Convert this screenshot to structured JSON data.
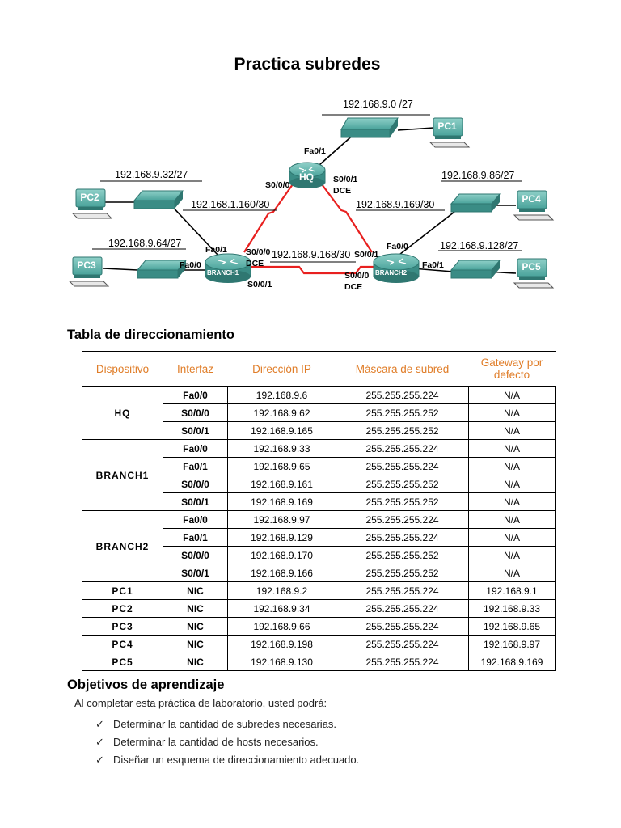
{
  "title": "Practica subredes",
  "topology": {
    "networks": {
      "hq_lan": "192.168.9.0 /27",
      "branch1_lan1": "192.168.9.32/27",
      "branch1_lan2": "192.168.9.64/27",
      "branch2_lan1": "192.168.9.86/27",
      "branch2_lan2": "192.168.9.128/27",
      "wan_hq_b1": "192.168.1.160/30",
      "wan_hq_b2": "192.168.9.169/30",
      "wan_b1_b2": "192.168.9.168/30"
    },
    "ports": {
      "hq_fa01": "Fa0/1",
      "hq_s000": "S0/0/0",
      "hq_s001": "S0/0/1",
      "hq_dce": "DCE",
      "b1_fa01": "Fa0/1",
      "b1_fa00": "Fa0/0",
      "b1_s000": "S0/0/0",
      "b1_dce": "DCE",
      "b1_s001": "S0/0/1",
      "b2_fa00": "Fa0/0",
      "b2_s001": "S0/0/1",
      "b2_fa01": "Fa0/1",
      "b2_s000": "S0/0/0",
      "b2_dce": "DCE"
    },
    "devices": {
      "hq": "HQ",
      "branch1": "BRANCH1",
      "branch2": "BRANCH2",
      "pc1": "PC1",
      "pc2": "PC2",
      "pc3": "PC3",
      "pc4": "PC4",
      "pc5": "PC5"
    },
    "colors": {
      "device": "#4aa39b",
      "device_dark": "#2f7771",
      "serial": "#e8201f",
      "link": "#000000"
    }
  },
  "addressing": {
    "heading": "Tabla de direccionamiento",
    "columns": [
      "Dispositivo",
      "Interfaz",
      "Dirección IP",
      "Máscara de subred",
      "Gateway por defecto"
    ],
    "groups": [
      {
        "device": "HQ",
        "rows": [
          [
            "Fa0/0",
            "192.168.9.6",
            "255.255.255.224",
            "N/A"
          ],
          [
            "S0/0/0",
            "192.168.9.62",
            "255.255.255.252",
            "N/A"
          ],
          [
            "S0/0/1",
            "192.168.9.165",
            "255.255.255.252",
            "N/A"
          ]
        ]
      },
      {
        "device": "BRANCH1",
        "rows": [
          [
            "Fa0/0",
            "192.168.9.33",
            "255.255.255.224",
            "N/A"
          ],
          [
            "Fa0/1",
            "192.168.9.65",
            "255.255.255.224",
            "N/A"
          ],
          [
            "S0/0/0",
            "192.168.9.161",
            "255.255.255.252",
            "N/A"
          ],
          [
            "S0/0/1",
            "192.168.9.169",
            "255.255.255.252",
            "N/A"
          ]
        ]
      },
      {
        "device": "BRANCH2",
        "rows": [
          [
            "Fa0/0",
            "192.168.9.97",
            "255.255.255.224",
            "N/A"
          ],
          [
            "Fa0/1",
            "192.168.9.129",
            "255.255.255.224",
            "N/A"
          ],
          [
            "S0/0/0",
            "192.168.9.170",
            "255.255.255.252",
            "N/A"
          ],
          [
            "S0/0/1",
            "192.168.9.166",
            "255.255.255.252",
            "N/A"
          ]
        ]
      },
      {
        "device": "PC1",
        "rows": [
          [
            "NIC",
            "192.168.9.2",
            "255.255.255.224",
            "192.168.9.1"
          ]
        ]
      },
      {
        "device": "PC2",
        "rows": [
          [
            "NIC",
            "192.168.9.34",
            "255.255.255.224",
            "192.168.9.33"
          ]
        ]
      },
      {
        "device": "PC3",
        "rows": [
          [
            "NIC",
            "192.168.9.66",
            "255.255.255.224",
            "192.168.9.65"
          ]
        ]
      },
      {
        "device": "PC4",
        "rows": [
          [
            "NIC",
            "192.168.9.198",
            "255.255.255.224",
            "192.168.9.97"
          ]
        ]
      },
      {
        "device": "PC5",
        "rows": [
          [
            "NIC",
            "192.168.9.130",
            "255.255.255.224",
            "192.168.9.169"
          ]
        ]
      }
    ]
  },
  "objectives": {
    "heading": "Objetivos de aprendizaje",
    "intro": "Al completar esta práctica de laboratorio, usted podrá:",
    "bullet": "✓",
    "items": [
      "Determinar la cantidad de subredes necesarias.",
      "Determinar la cantidad de hosts necesarios.",
      "Diseñar un esquema de direccionamiento adecuado."
    ]
  }
}
